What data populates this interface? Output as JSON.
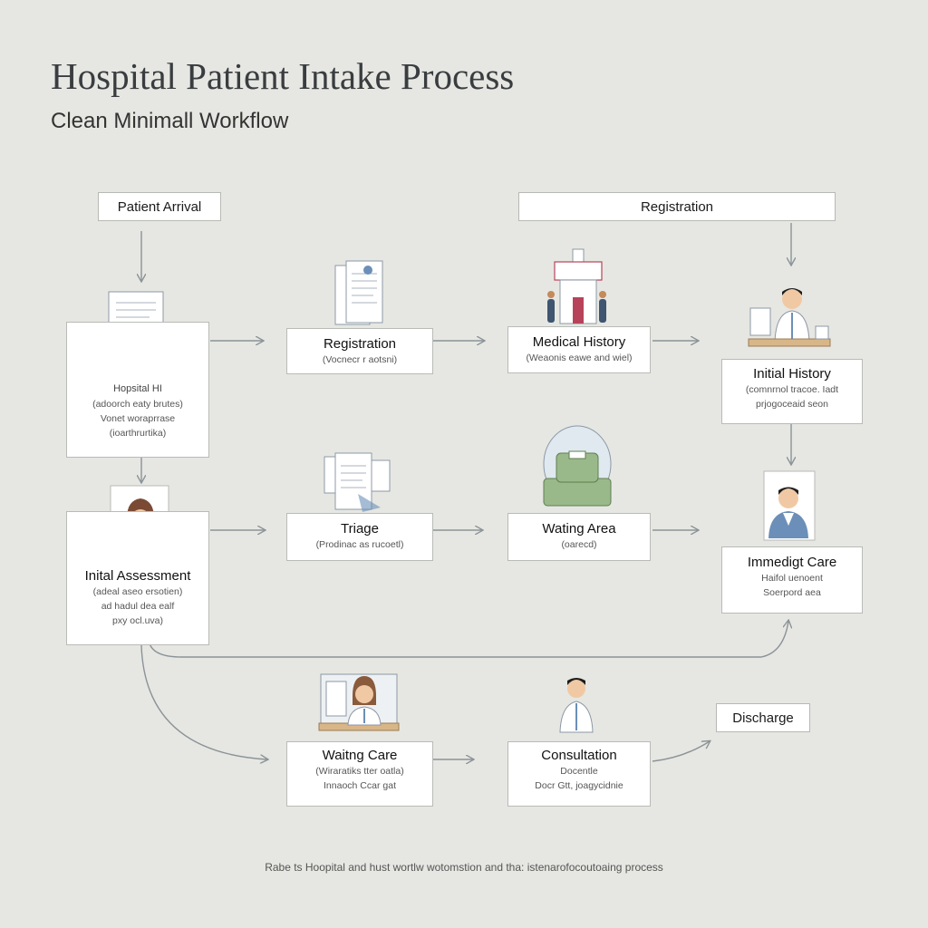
{
  "title": "Hospital Patient Intake Process",
  "subtitle": "Clean Minimall Workflow",
  "labels": {
    "patient_arrival": "Patient Arrival",
    "registration_top": "Registration",
    "discharge": "Discharge"
  },
  "cards": {
    "hospital": {
      "title": "Hopsital HI",
      "lines": [
        "(adoorch eaty brutes)",
        "Vonet woraprrase",
        "(ioarthrurtika)"
      ]
    },
    "registration": {
      "title": "Registration",
      "lines": [
        "(Vocnecr r aotsni)"
      ]
    },
    "medical_history": {
      "title": "Medical History",
      "lines": [
        "(Weaonis eawe and wiel)"
      ]
    },
    "initial_history": {
      "title": "Initial History",
      "lines": [
        "(comnrnol tracoe. Iadt",
        "prjogoceaid seon"
      ]
    },
    "initial_assessment": {
      "title": "Inital Assessment",
      "lines": [
        "(adeal aseo ersotien)",
        "ad hadul dea ealf",
        "pxy ocl.uva)"
      ]
    },
    "triage": {
      "title": "Triage",
      "lines": [
        "(Prodinac as rucoetl)"
      ]
    },
    "waiting_area": {
      "title": "Wating Area",
      "lines": [
        "(oarecd)"
      ]
    },
    "immediate_care": {
      "title": "Immedigt Care",
      "lines": [
        "Haifol uenoent",
        "Soerpord aea"
      ]
    },
    "waiting_care": {
      "title": "Waitng Care",
      "lines": [
        "(Wiraratiks tter oatla)",
        "Innaoch Ccar gat"
      ]
    },
    "consultation": {
      "title": "Consultation",
      "lines": [
        "Docentle",
        "Docr Gtt, joagycidnie"
      ]
    }
  },
  "footer": "Rabe ts Hoopital and hust wortlw wotomstion and tha: istenarofocoutoaing process",
  "colors": {
    "background": "#e6e7e2",
    "card_border": "#b9bbb7",
    "arrow": "#8b9398",
    "accent_green": "#8fb07a",
    "accent_blue": "#6b8fb8",
    "accent_red": "#b7435a"
  }
}
